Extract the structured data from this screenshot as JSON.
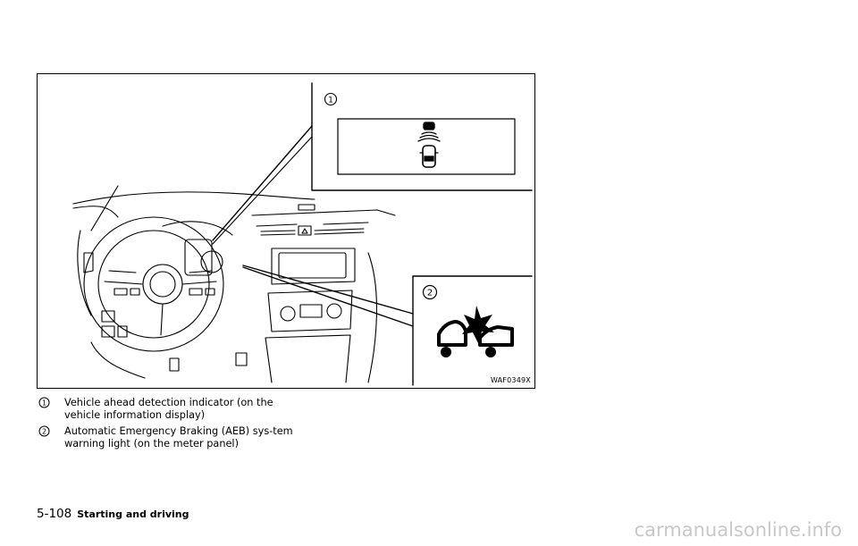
{
  "figure": {
    "code": "WAF0349X",
    "callouts": [
      "1",
      "2"
    ]
  },
  "captions": [
    {
      "label": "Vehicle ahead detection indicator (on the vehicle information display)"
    },
    {
      "label": "Automatic Emergency Braking (AEB) sys-tem warning light (on the meter panel)"
    }
  ],
  "footer": {
    "page_number": "5-108",
    "section": "Starting and driving"
  },
  "watermark": "carmanualsonline.info",
  "icons": [
    "vehicle-ahead-indicator-icon",
    "aeb-warning-light-icon",
    "callout-circle-icon"
  ]
}
